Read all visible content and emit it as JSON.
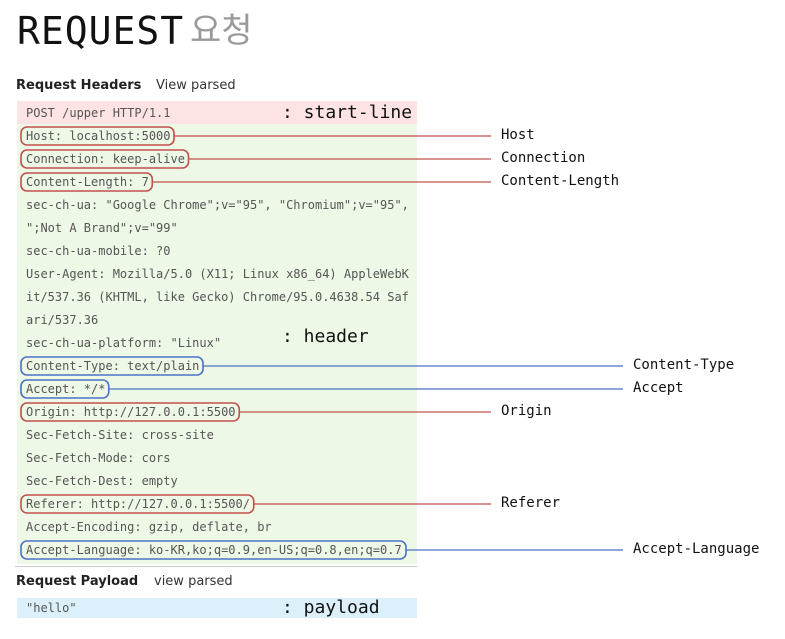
{
  "title": {
    "main": "REQUEST",
    "korean": "요청"
  },
  "request_headers": {
    "label": "Request Headers",
    "toggle": "View parsed",
    "start_line": "POST /upper HTTP/1.1",
    "lines": [
      "Host: localhost:5000",
      "Connection: keep-alive",
      "Content-Length: 7",
      "sec-ch-ua: \"Google Chrome\";v=\"95\", \"Chromium\";v=\"95\",",
      "\";Not A Brand\";v=\"99\"",
      "sec-ch-ua-mobile: ?0",
      "User-Agent: Mozilla/5.0 (X11; Linux x86_64) AppleWebK",
      "it/537.36 (KHTML, like Gecko) Chrome/95.0.4638.54 Saf",
      "ari/537.36",
      "sec-ch-ua-platform: \"Linux\"",
      "Content-Type: text/plain",
      "Accept: */*",
      "Origin: http://127.0.0.1:5500",
      "Sec-Fetch-Site: cross-site",
      "Sec-Fetch-Mode: cors",
      "Sec-Fetch-Dest: empty",
      "Referer: http://127.0.0.1:5500/",
      "Accept-Encoding: gzip, deflate, br",
      "Accept-Language: ko-KR,ko;q=0.9,en-US;q=0.8,en;q=0.7"
    ]
  },
  "request_payload": {
    "label": "Request Payload",
    "toggle": "view parsed",
    "body": "\"hello\""
  },
  "tags": {
    "start_line": ": start-line",
    "header": ": header",
    "payload": ": payload"
  },
  "annotations": [
    {
      "label": "Host",
      "color": "red"
    },
    {
      "label": "Connection",
      "color": "red"
    },
    {
      "label": "Content-Length",
      "color": "red"
    },
    {
      "label": "Content-Type",
      "color": "blue"
    },
    {
      "label": "Accept",
      "color": "blue"
    },
    {
      "label": "Origin",
      "color": "red"
    },
    {
      "label": "Referer",
      "color": "red"
    },
    {
      "label": "Accept-Language",
      "color": "blue"
    }
  ],
  "colors": {
    "red_outline": "#c0504d",
    "blue_outline": "#4a72c4",
    "start_line_bg": "#fde3e3",
    "header_bg": "#eef8e6",
    "payload_bg": "#dcf0fb"
  }
}
